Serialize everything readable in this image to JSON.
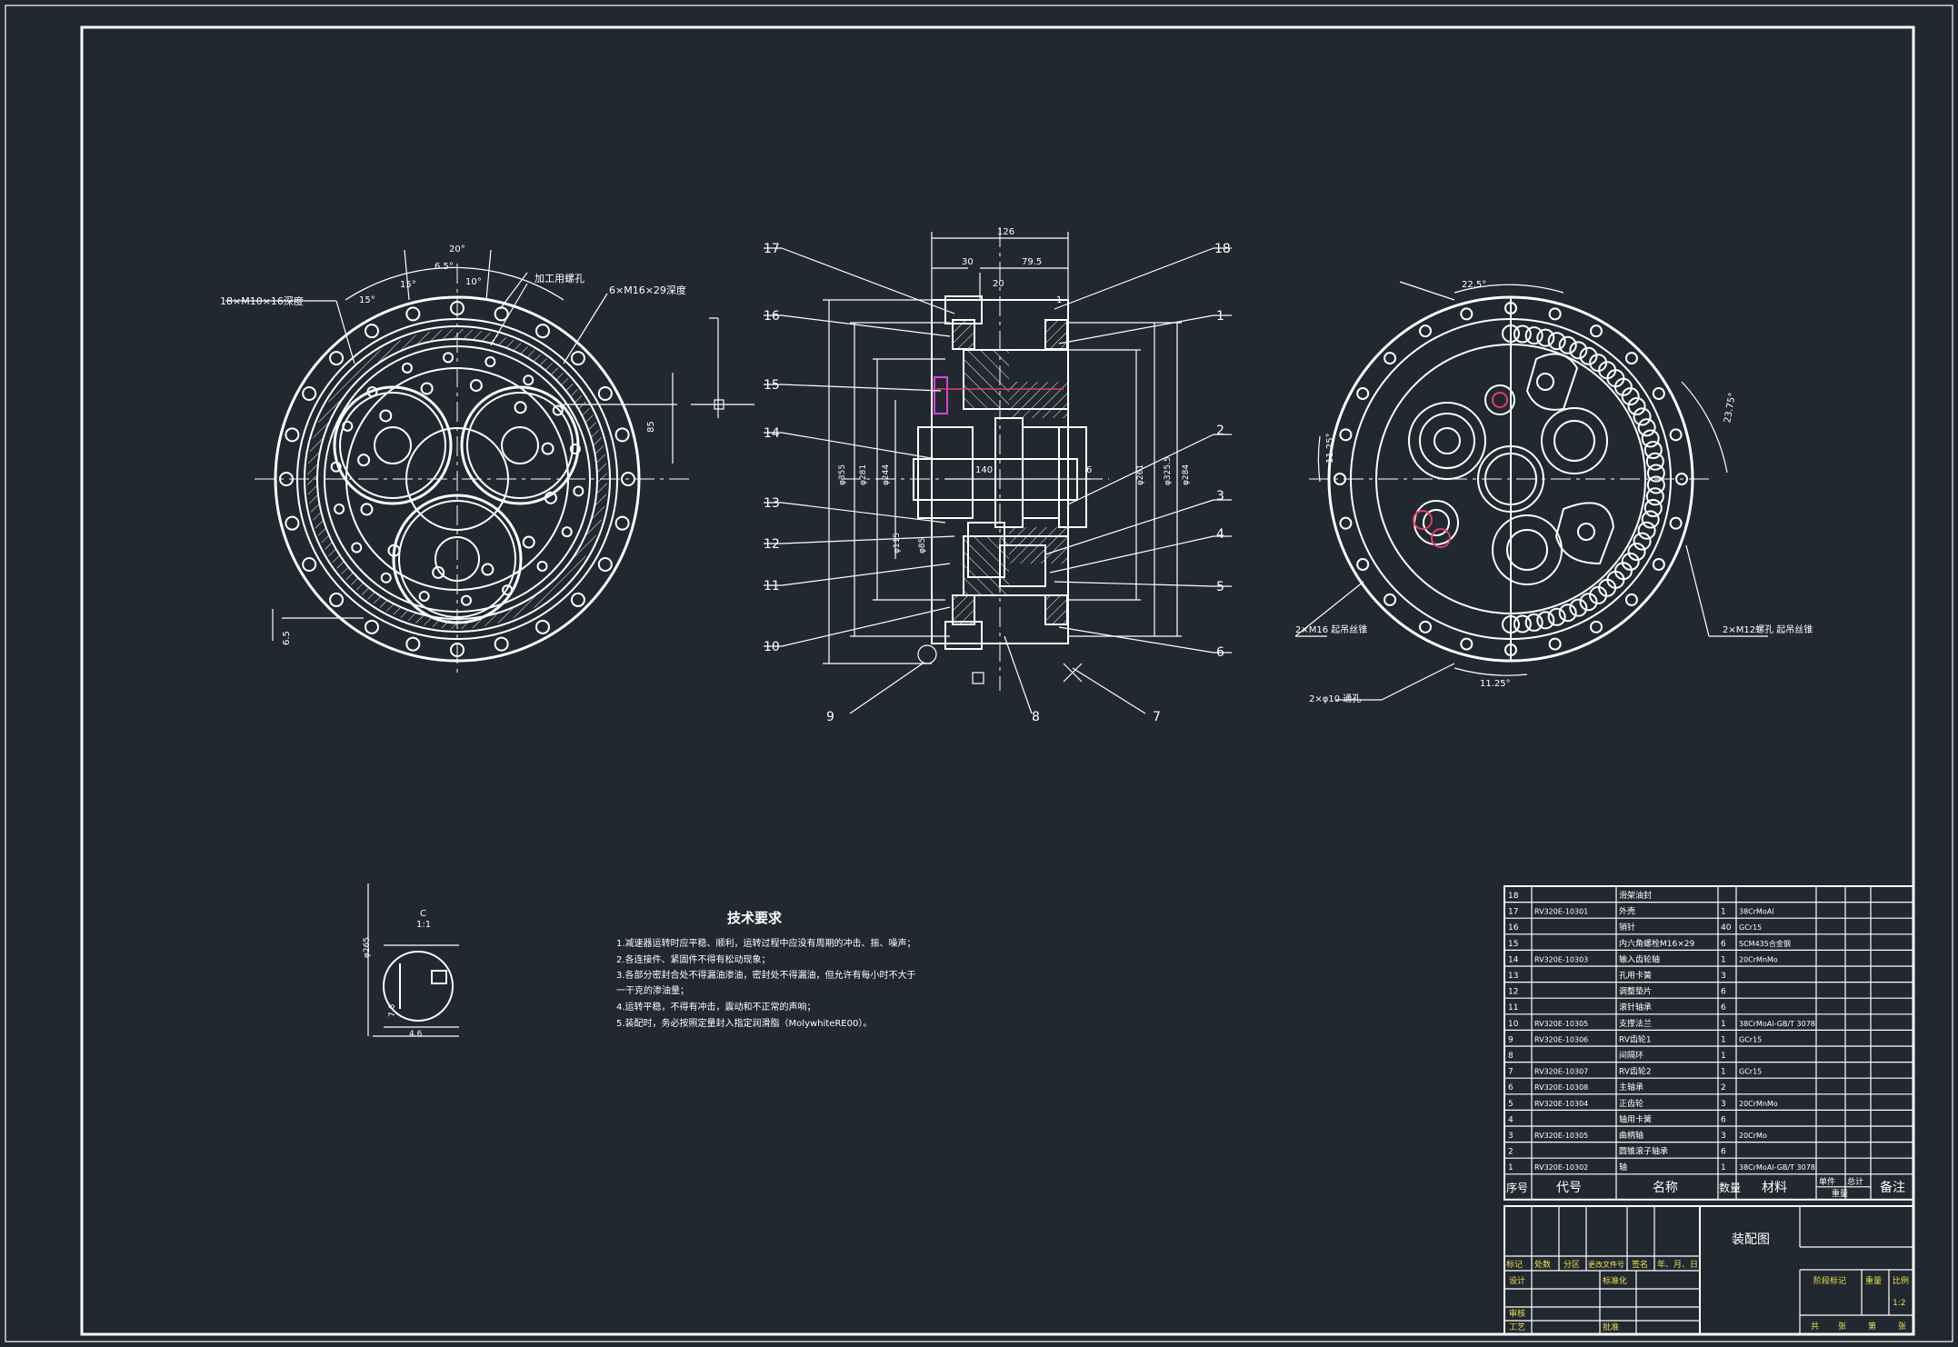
{
  "drawing": {
    "views": {
      "left": {
        "callouts": [
          "18×M10×16深度",
          "加工用螺孔",
          "6×M16×29深度"
        ],
        "angles": [
          "20°",
          "6.5°",
          "10°",
          "15°",
          "15°"
        ],
        "dims": [
          "6.5",
          "85"
        ]
      },
      "section": {
        "balloons": [
          "1",
          "2",
          "3",
          "4",
          "5",
          "6",
          "7",
          "8",
          "9",
          "10",
          "11",
          "12",
          "13",
          "14",
          "15",
          "16",
          "17",
          "18"
        ],
        "dims_top": [
          "126",
          "30",
          "79.5",
          "20",
          "1"
        ],
        "dims_left": [
          "φ355",
          "φ281",
          "φ244",
          "φ115",
          "φ85"
        ],
        "dims_right": [
          "φ261",
          "φ325.5",
          "φ284"
        ],
        "shaft_len": "140",
        "shaft_dim": "6"
      },
      "right": {
        "callouts": [
          "2×M16 起吊丝锥",
          "2×M12螺孔 起吊丝锥",
          "2×φ10 通孔"
        ],
        "angles": [
          "22.5°",
          "11.25°",
          "11.25°",
          "23.75°"
        ]
      },
      "detail": {
        "title": "C",
        "scale": "1:1",
        "dims": [
          "φ265",
          "7.6",
          "4.6"
        ]
      }
    },
    "tech_requirements": {
      "title": "技术要求",
      "lines": [
        "1.减速器运转时应平稳、顺利，运转过程中应没有周期的冲击、振、噪声；",
        "2.各连接件、紧固件不得有松动现象；",
        "3.各部分密封合处不得漏油渗油，密封处不得漏油，但允许有每小时不大于",
        "一干克的渗油量；",
        "4.运转平稳，不得有冲击，震动和不正常的声响；",
        "5.装配时，务必按照定量封入指定润滑脂（MolywhiteRE00）。"
      ]
    },
    "bom": {
      "rows": [
        {
          "no": "18",
          "code": "",
          "name": "滑架油封",
          "qty": "",
          "material": ""
        },
        {
          "no": "17",
          "code": "RV320E-10301",
          "name": "外壳",
          "qty": "1",
          "material": "38CrMoAl"
        },
        {
          "no": "16",
          "code": "",
          "name": "销针",
          "qty": "40",
          "material": "GCr15"
        },
        {
          "no": "15",
          "code": "",
          "name": "内六角螺栓M16×29",
          "qty": "6",
          "material": "SCM435合金钢"
        },
        {
          "no": "14",
          "code": "RV320E-10303",
          "name": "输入齿轮轴",
          "qty": "1",
          "material": "20CrMnMo"
        },
        {
          "no": "13",
          "code": "",
          "name": "孔用卡簧",
          "qty": "3",
          "material": ""
        },
        {
          "no": "12",
          "code": "",
          "name": "调整垫片",
          "qty": "6",
          "material": ""
        },
        {
          "no": "11",
          "code": "",
          "name": "滚针轴承",
          "qty": "6",
          "material": ""
        },
        {
          "no": "10",
          "code": "RV320E-10305",
          "name": "支撑法兰",
          "qty": "1",
          "material": "38CrMoAl-GB/T 3078"
        },
        {
          "no": "9",
          "code": "RV320E-10306",
          "name": "RV齿轮1",
          "qty": "1",
          "material": "GCr15"
        },
        {
          "no": "8",
          "code": "",
          "name": "间隔环",
          "qty": "1",
          "material": ""
        },
        {
          "no": "7",
          "code": "RV320E-10307",
          "name": "RV齿轮2",
          "qty": "1",
          "material": "GCr15"
        },
        {
          "no": "6",
          "code": "RV320E-10308",
          "name": "主轴承",
          "qty": "2",
          "material": ""
        },
        {
          "no": "5",
          "code": "RV320E-10304",
          "name": "正齿轮",
          "qty": "3",
          "material": "20CrMnMo"
        },
        {
          "no": "4",
          "code": "",
          "name": "轴用卡簧",
          "qty": "6",
          "material": ""
        },
        {
          "no": "3",
          "code": "RV320E-10305",
          "name": "曲柄轴",
          "qty": "3",
          "material": "20CrMo"
        },
        {
          "no": "2",
          "code": "",
          "name": "圆锥滚子轴承",
          "qty": "6",
          "material": ""
        },
        {
          "no": "1",
          "code": "RV320E-10302",
          "name": "轴",
          "qty": "1",
          "material": "38CrMoAl-GB/T 3078"
        }
      ],
      "headers": {
        "no": "序号",
        "code": "代号",
        "name": "名称",
        "qty": "数量",
        "material": "材料",
        "single": "单件",
        "total": "总计",
        "weight": "重量",
        "remark": "备注"
      }
    },
    "title_block": {
      "drawing_name": "装配图",
      "rev_cols": [
        "标记",
        "处数",
        "分区",
        "更改文件号",
        "签名",
        "年、月、日"
      ],
      "roles": [
        "设计",
        "标准化",
        "审核",
        "工艺",
        "批准"
      ],
      "stage_label": "阶段标记",
      "weight_label": "重量",
      "scale_label": "比例",
      "scale_value": "1:2",
      "sheet_labels": [
        "共",
        "张",
        "第",
        "张"
      ]
    }
  }
}
